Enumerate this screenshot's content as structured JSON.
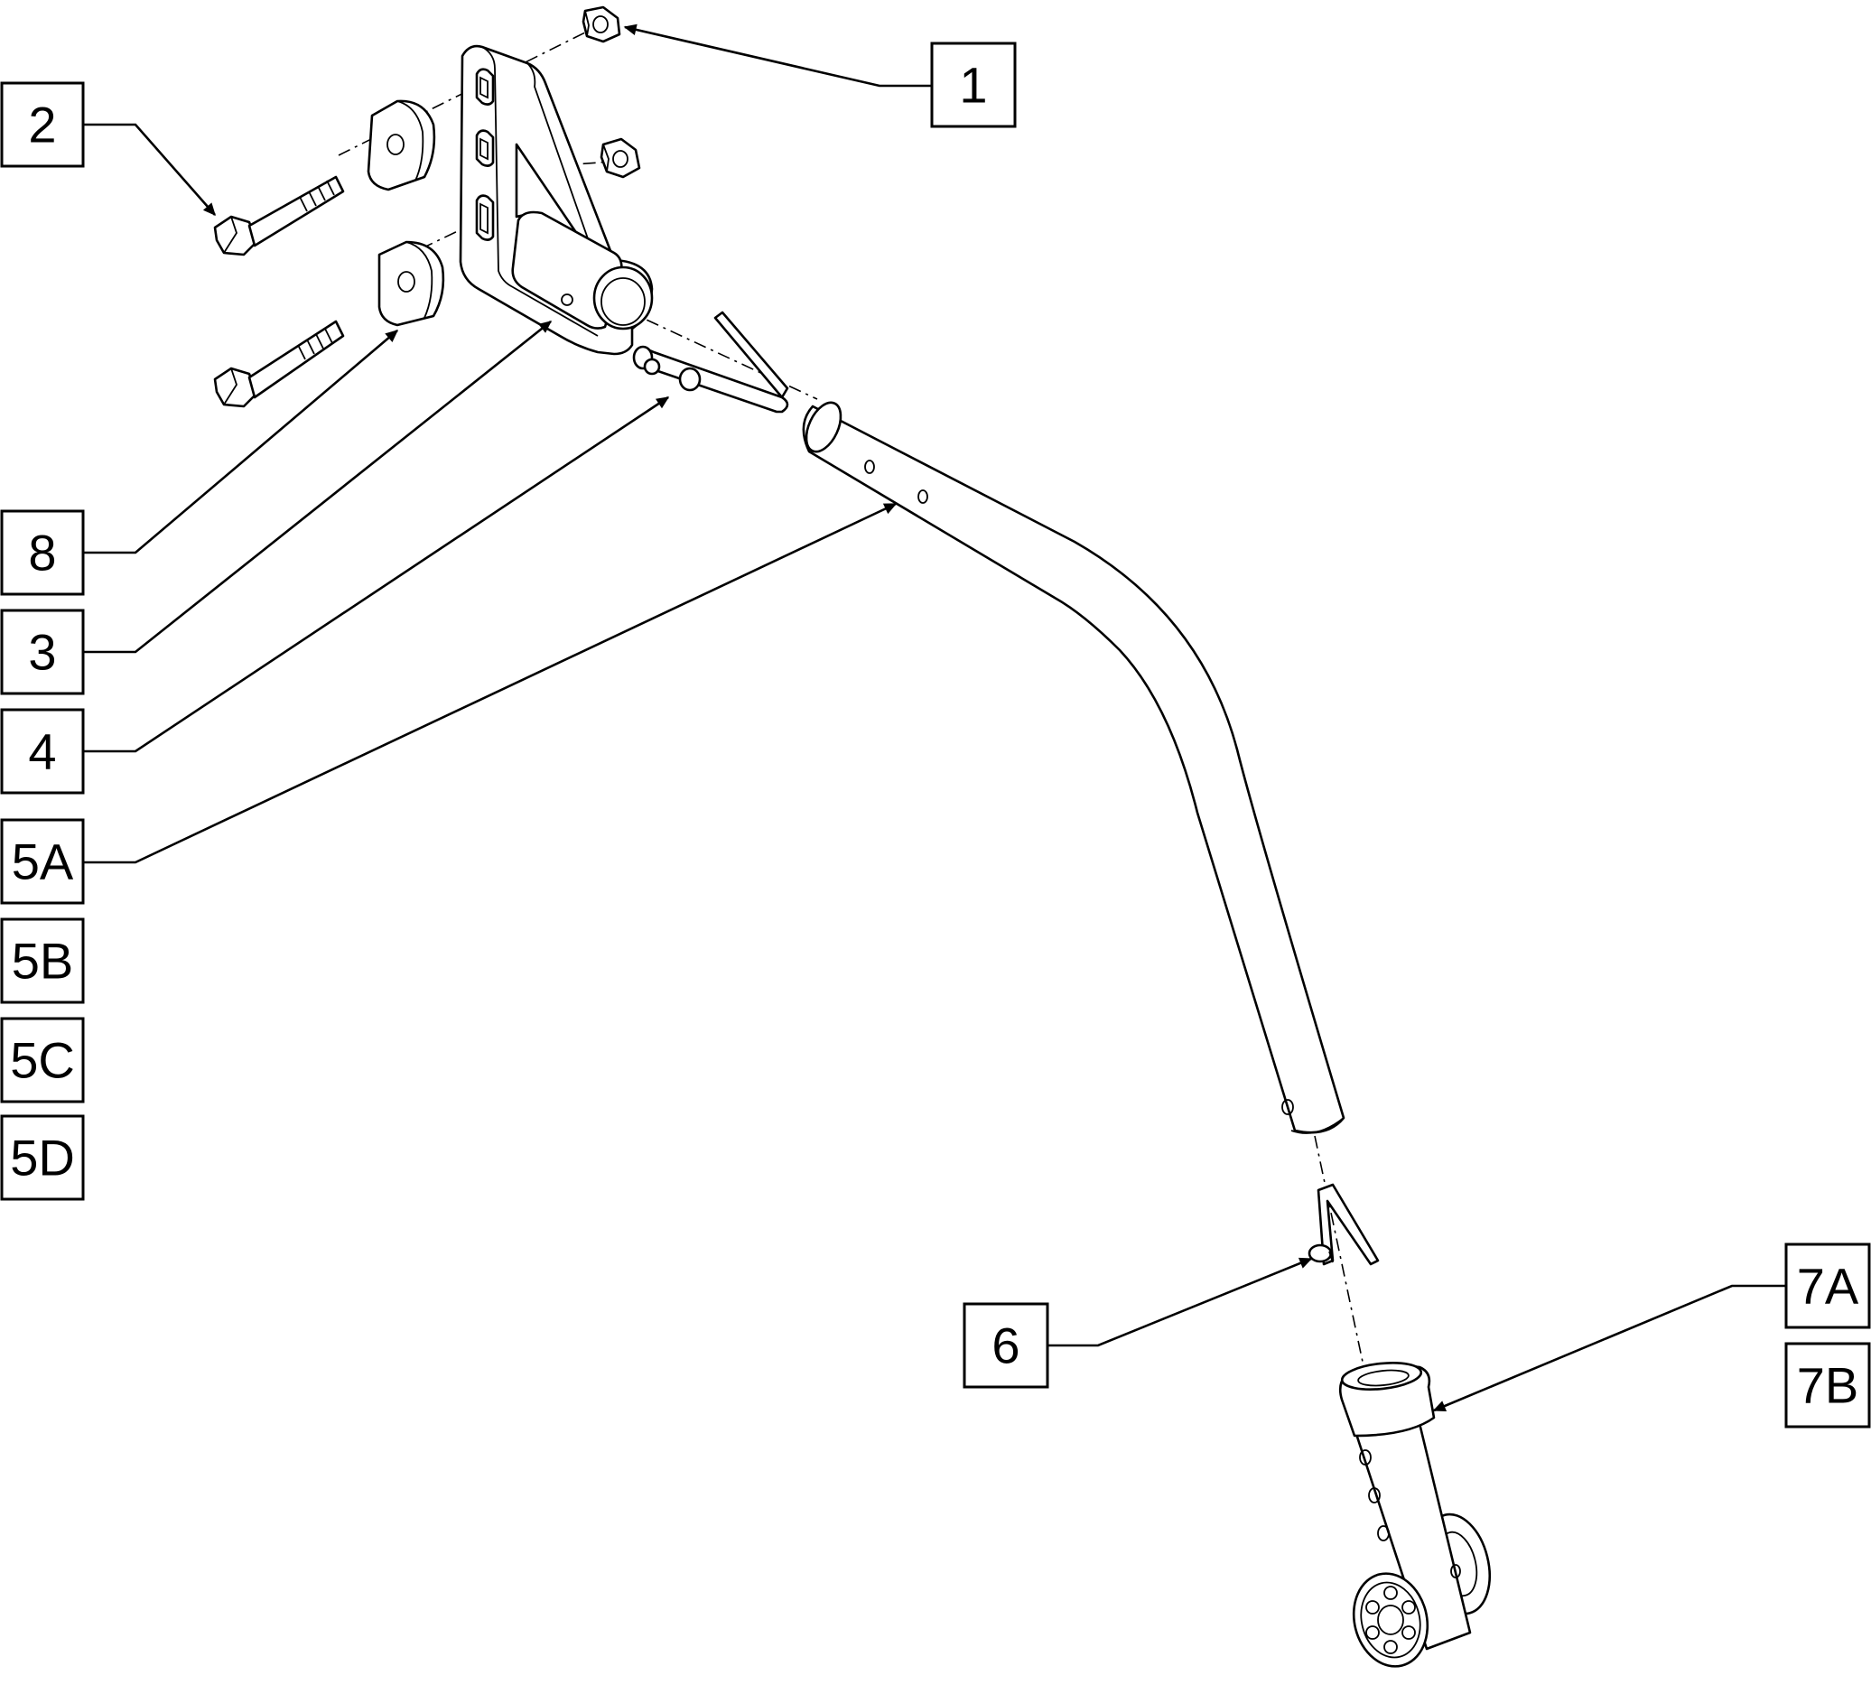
{
  "diagram": {
    "callouts": [
      {
        "id": "c1",
        "label": "1"
      },
      {
        "id": "c2",
        "label": "2"
      },
      {
        "id": "c8",
        "label": "8"
      },
      {
        "id": "c3",
        "label": "3"
      },
      {
        "id": "c4",
        "label": "4"
      },
      {
        "id": "c5a",
        "label": "5A"
      },
      {
        "id": "c5b",
        "label": "5B"
      },
      {
        "id": "c5c",
        "label": "5C"
      },
      {
        "id": "c5d",
        "label": "5D"
      },
      {
        "id": "c6",
        "label": "6"
      },
      {
        "id": "c7a",
        "label": "7A"
      },
      {
        "id": "c7b",
        "label": "7B"
      }
    ]
  }
}
